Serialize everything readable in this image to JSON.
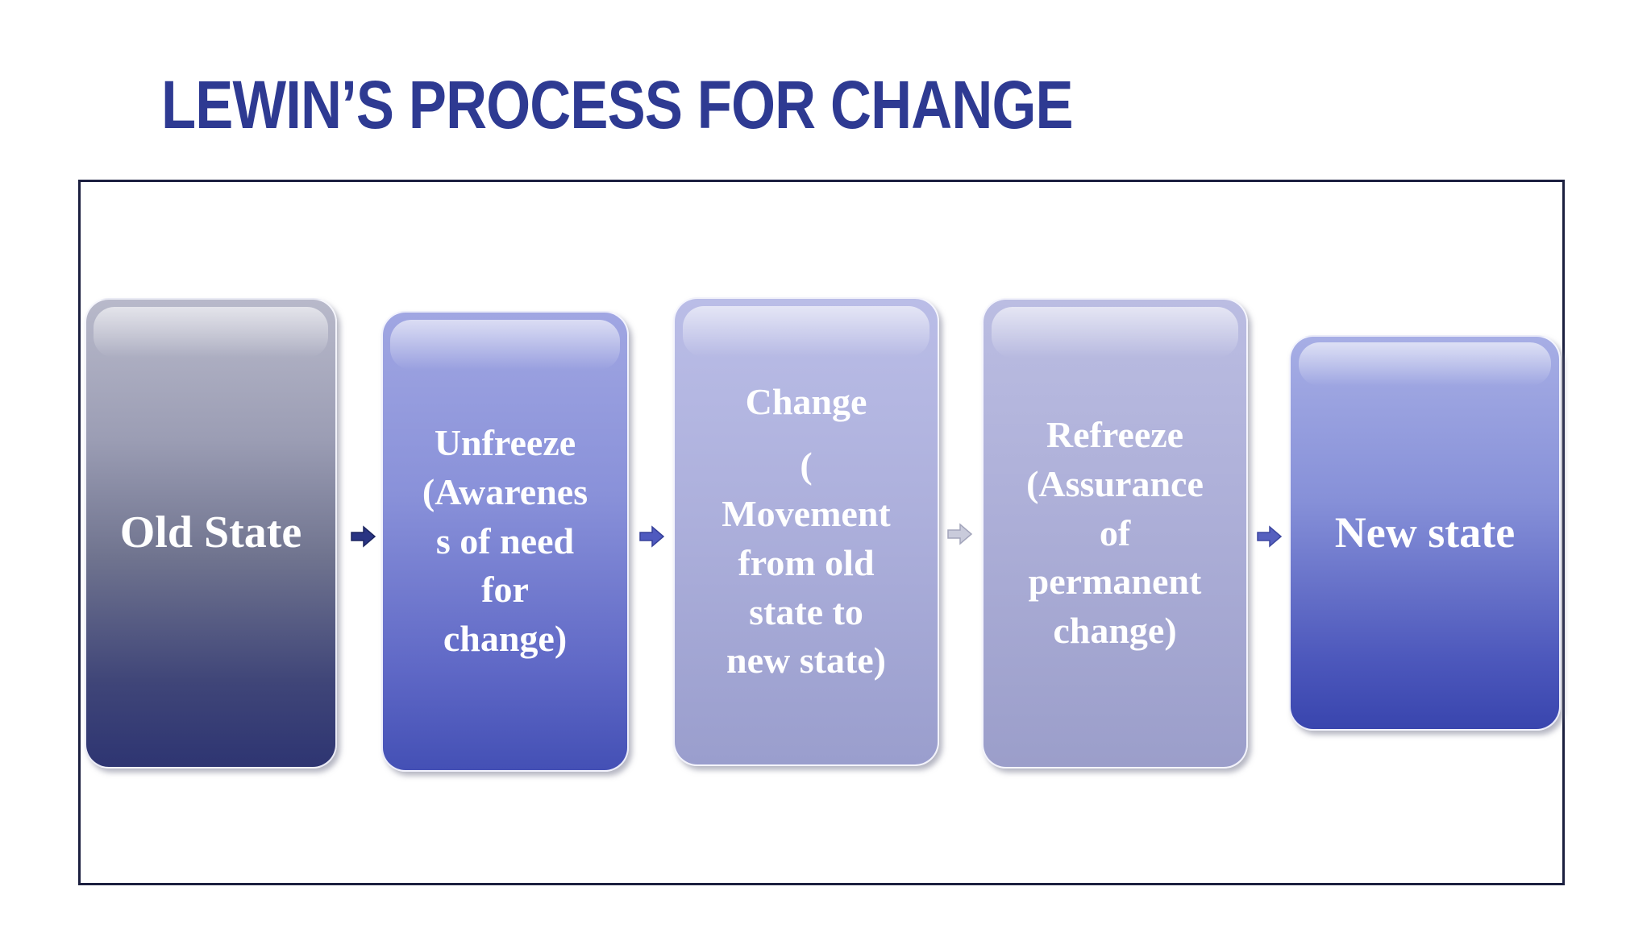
{
  "title": "LEWIN’S PROCESS FOR CHANGE",
  "diagram": {
    "boxes": [
      {
        "name": "old-state",
        "lines": [
          "Old State"
        ],
        "gradient_top": "#b8b9ca",
        "gradient_bottom": "#2e3572"
      },
      {
        "name": "unfreeze",
        "lines": [
          "Unfreeze",
          "(Awarenes",
          "s of need",
          "for",
          "change)"
        ],
        "gradient_top": "#a0a6e2",
        "gradient_bottom": "#4450b5"
      },
      {
        "name": "change",
        "lines": [
          "Change",
          "(",
          "Movement",
          "from old",
          "state to",
          "new state)"
        ],
        "gradient_top": "#babde7",
        "gradient_bottom": "#9a9ecd"
      },
      {
        "name": "refreeze",
        "lines": [
          "Refreeze",
          "(Assurance",
          "of",
          "permanent",
          "change)"
        ],
        "gradient_top": "#bbbde2",
        "gradient_bottom": "#9b9eca"
      },
      {
        "name": "new-state",
        "lines": [
          "New state"
        ],
        "gradient_top": "#a7aee5",
        "gradient_bottom": "#3945ae"
      }
    ],
    "arrows": [
      {
        "name": "arrow-old-to-unfreeze",
        "color": "#293483",
        "outline": "#1c2560"
      },
      {
        "name": "arrow-unfreeze-to-change",
        "color": "#4f5abf",
        "outline": "#36409a"
      },
      {
        "name": "arrow-change-to-refreeze",
        "color": "#c9cbdb",
        "outline": "#a3a5bb"
      },
      {
        "name": "arrow-refreeze-to-new",
        "color": "#5660bf",
        "outline": "#3d47a0"
      }
    ]
  },
  "colors": {
    "title_text": "#2e3a92",
    "frame_border": "#1c2040",
    "box_text": "#ffffff",
    "background": "#ffffff"
  }
}
